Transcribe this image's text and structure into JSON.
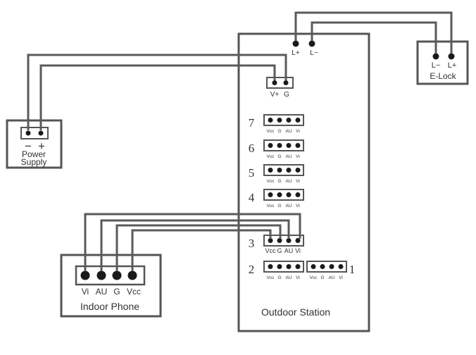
{
  "colors": {
    "line": "#555555",
    "box": "#555555",
    "terminal": "#1a1a1a",
    "wire": "#5a5a5a",
    "background": "#ffffff"
  },
  "outdoor_station": {
    "title": "Outdoor Station"
  },
  "lock_terminals": {
    "plus": "L+",
    "minus": "L−"
  },
  "power_terminals": {
    "vplus": "V+",
    "ground": "G"
  },
  "elock": {
    "title": "E-Lock",
    "minus": "L−",
    "plus": "L+"
  },
  "power_supply": {
    "title_line1": "Power",
    "title_line2": "Supply",
    "minus": "−",
    "plus": "+"
  },
  "indoor_phone": {
    "title": "Indoor Phone",
    "pins": [
      "Vi",
      "AU",
      "G",
      "Vcc"
    ]
  },
  "ports": [
    {
      "number": "7",
      "pins": [
        "Vcc",
        "G",
        "AU",
        "Vi"
      ]
    },
    {
      "number": "6",
      "pins": [
        "Vcc",
        "G",
        "AU",
        "Vi"
      ]
    },
    {
      "number": "5",
      "pins": [
        "Vcc",
        "G",
        "AU",
        "Vi"
      ]
    },
    {
      "number": "4",
      "pins": [
        "Vcc",
        "G",
        "AU",
        "Vi"
      ]
    },
    {
      "number": "3",
      "pins": [
        "Vcc",
        "G",
        "AU",
        "Vi"
      ]
    },
    {
      "number": "2",
      "pins": [
        "Vcc",
        "G",
        "AU",
        "Vi"
      ]
    },
    {
      "number": "1",
      "pins": [
        "Vcc",
        "G",
        "AU",
        "Vi"
      ]
    }
  ]
}
